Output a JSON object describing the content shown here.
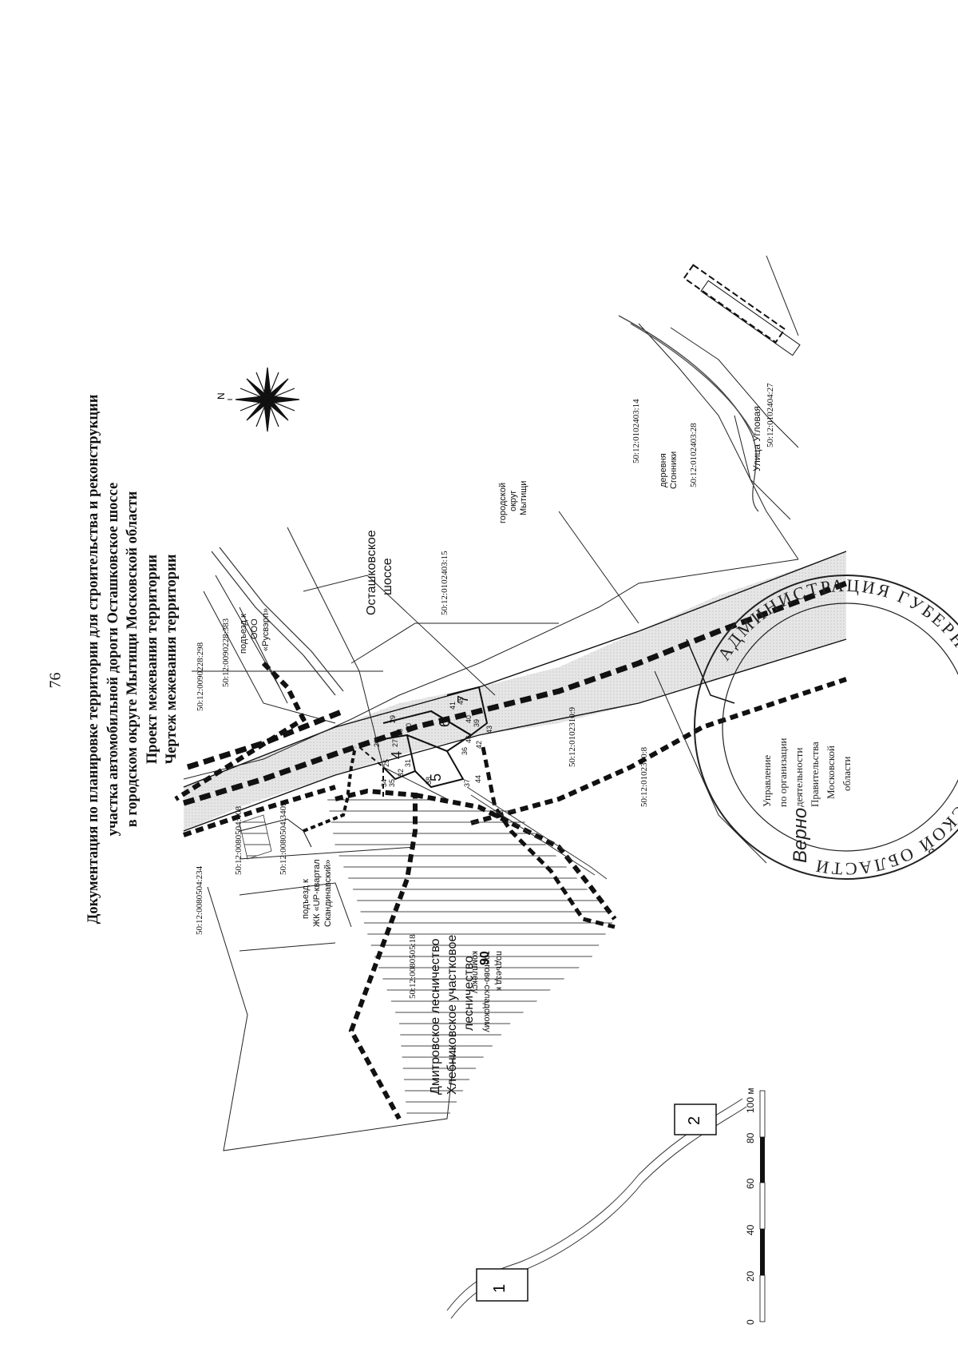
{
  "page_number": "76",
  "header": {
    "lines": [
      "Документация по планировке территории для строительства и реконструкции",
      "участка автомобильной дороги Осташковское шоссе",
      "в городском округе Мытищи Московской области",
      "Проект межевания территории",
      "Чертеж межевания территории"
    ]
  },
  "map": {
    "road_name_line1": "Осташковское",
    "road_name_line2": "шоссе",
    "district_line1": "городской",
    "district_line2": "округ",
    "district_line3": "Мытищи",
    "village_line1": "деревня",
    "village_line2": "Сгонники",
    "street": "Улица Угловая",
    "access_ooo_line1": "подъезд к",
    "access_ooo_line2": "ООО",
    "access_ooo_line3": "«Русвэрп»",
    "access_jk_line1": "подъезд к",
    "access_jk_line2": "ЖК «UP-квартал",
    "access_jk_line3": "Скандинавский»",
    "access_mall_line1": "подъезд к",
    "access_mall_line2": "торгово-складскому",
    "access_mall_line3": "комплексу",
    "forestry_line1": "Дмитровское лесничество",
    "forestry_line2": "Хлебниковское участковое",
    "forestry_line3": "лесничество",
    "forestry_quarter": "90",
    "parcels": [
      "50:12:0090228:298",
      "50:12:0090228:383",
      "50:12:0080504:234",
      "50:12:0080504:408",
      "50:12:0080504:3409",
      "50:12:0080505:18",
      "50:12:0102403:15",
      "50:12:0102403:14",
      "50:12:0102403:28",
      "50:12:0102404:27",
      "50:12:0102310:9",
      "50:12:0102310:8"
    ],
    "zone_labels": [
      "4",
      "5",
      "6",
      "7"
    ],
    "points": [
      "26",
      "34",
      "35",
      "25",
      "27",
      "28",
      "29",
      "30",
      "31",
      "32",
      "38",
      "36",
      "37",
      "41",
      "45",
      "46",
      "42",
      "43",
      "44",
      "40",
      "39"
    ],
    "compass_n": "N",
    "boxes": [
      "1",
      "2"
    ]
  },
  "scale_bar": {
    "labels": [
      "0",
      "20",
      "40",
      "60",
      "80",
      "100 м"
    ]
  },
  "stamp": {
    "ring_text": "АДМИНИСТРАЦИЯ ГУБЕРНАТОРА МОСКОВСКОЙ ОБЛАСТИ",
    "center_lines": [
      "Управление",
      "по организации",
      "деятельности",
      "Правительства",
      "Московской",
      "области"
    ],
    "handwritten": "Верно"
  },
  "colors": {
    "ink": "#111111",
    "road_fill": "#e4e4e4",
    "dash": "#111111"
  }
}
